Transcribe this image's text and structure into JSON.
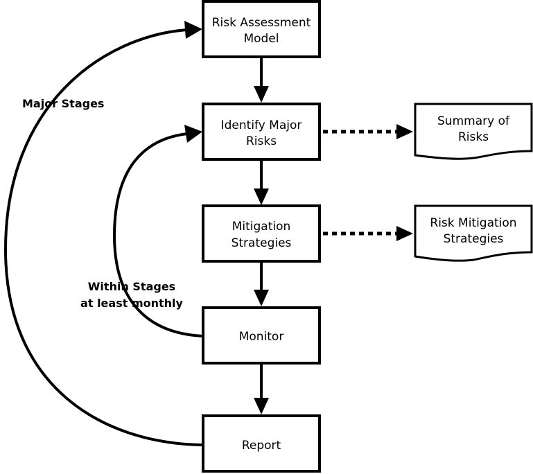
{
  "nodes": {
    "risk_assessment": {
      "line1": "Risk Assessment",
      "line2": "Model"
    },
    "identify": {
      "line1": "Identify Major",
      "line2": "Risks"
    },
    "mitigation": {
      "line1": "Mitigation",
      "line2": "Strategies"
    },
    "monitor": {
      "label": "Monitor"
    },
    "report": {
      "label": "Report"
    }
  },
  "documents": {
    "summary": {
      "line1": "Summary of",
      "line2": "Risks"
    },
    "risk_mitigation": {
      "line1": "Risk Mitigation",
      "line2": "Strategies"
    }
  },
  "loops": {
    "major": {
      "label": "Major Stages"
    },
    "within": {
      "line1": "Within Stages",
      "line2": "at least monthly"
    }
  }
}
